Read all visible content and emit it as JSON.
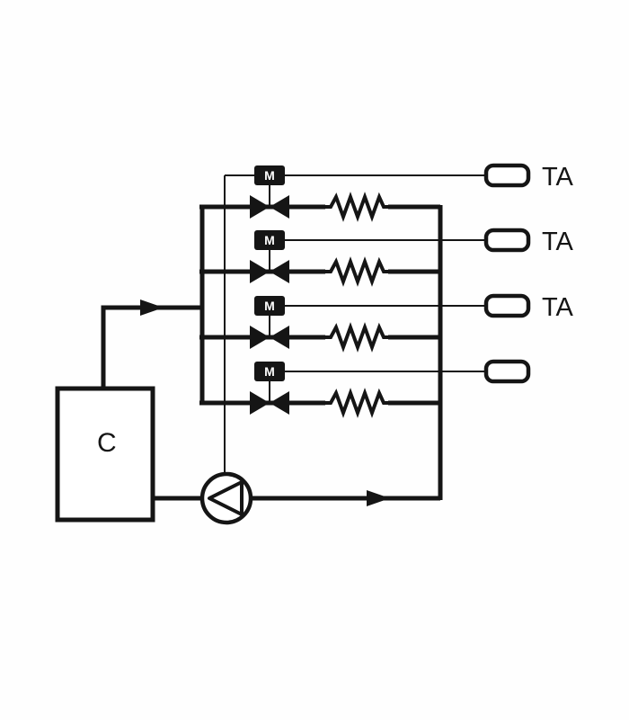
{
  "diagram": {
    "title": "heating-zones-schematic",
    "boiler": {
      "label": "C"
    },
    "valves": {
      "label": "M"
    },
    "thermostats": [
      {
        "label": "TA"
      },
      {
        "label": "TA"
      },
      {
        "label": "TA"
      },
      {
        "label": ""
      }
    ],
    "colors": {
      "line": "#151515",
      "background": "#fefefe"
    }
  }
}
